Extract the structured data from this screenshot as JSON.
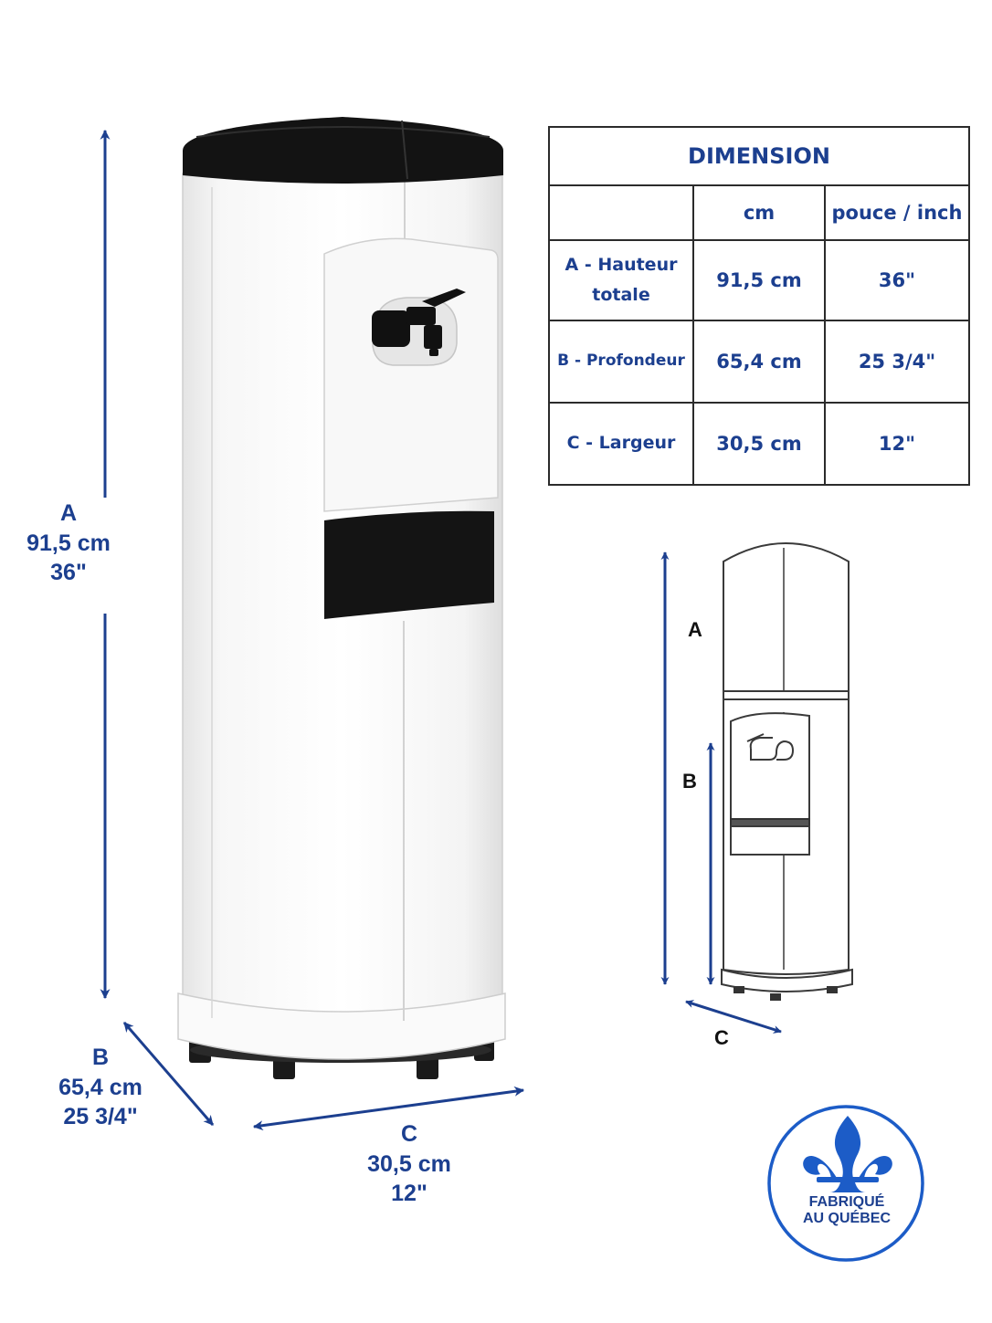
{
  "table": {
    "title": "DIMENSION",
    "columns": [
      "",
      "cm",
      "pouce / inch"
    ],
    "rows": [
      {
        "label_line1": "A - Hauteur",
        "label_line2": "totale",
        "cm": "91,5 cm",
        "inch": "36\""
      },
      {
        "label": "B - Profondeur",
        "cm": "65,4 cm",
        "inch": "25 3/4\""
      },
      {
        "label": "C - Largeur",
        "cm": "30,5 cm",
        "inch": "12\""
      }
    ]
  },
  "photo_labels": {
    "a": {
      "letter": "A",
      "cm": "91,5 cm",
      "inch": "36\""
    },
    "b": {
      "letter": "B",
      "cm": "65,4 cm",
      "inch": "25 3/4\""
    },
    "c": {
      "letter": "C",
      "cm": "30,5 cm",
      "inch": "12\""
    }
  },
  "sketch_labels": {
    "a": "A",
    "b": "B",
    "c": "C"
  },
  "badge": {
    "line1": "FABRIQUÉ",
    "line2": "AU QUÉBEC"
  },
  "colors": {
    "accent": "#1c3f8f",
    "body": "#ffffff",
    "black_parts": "#141414",
    "table_border": "#2b2b2b"
  },
  "icons": [
    "fleur-de-lis-icon",
    "faucet-icon"
  ]
}
